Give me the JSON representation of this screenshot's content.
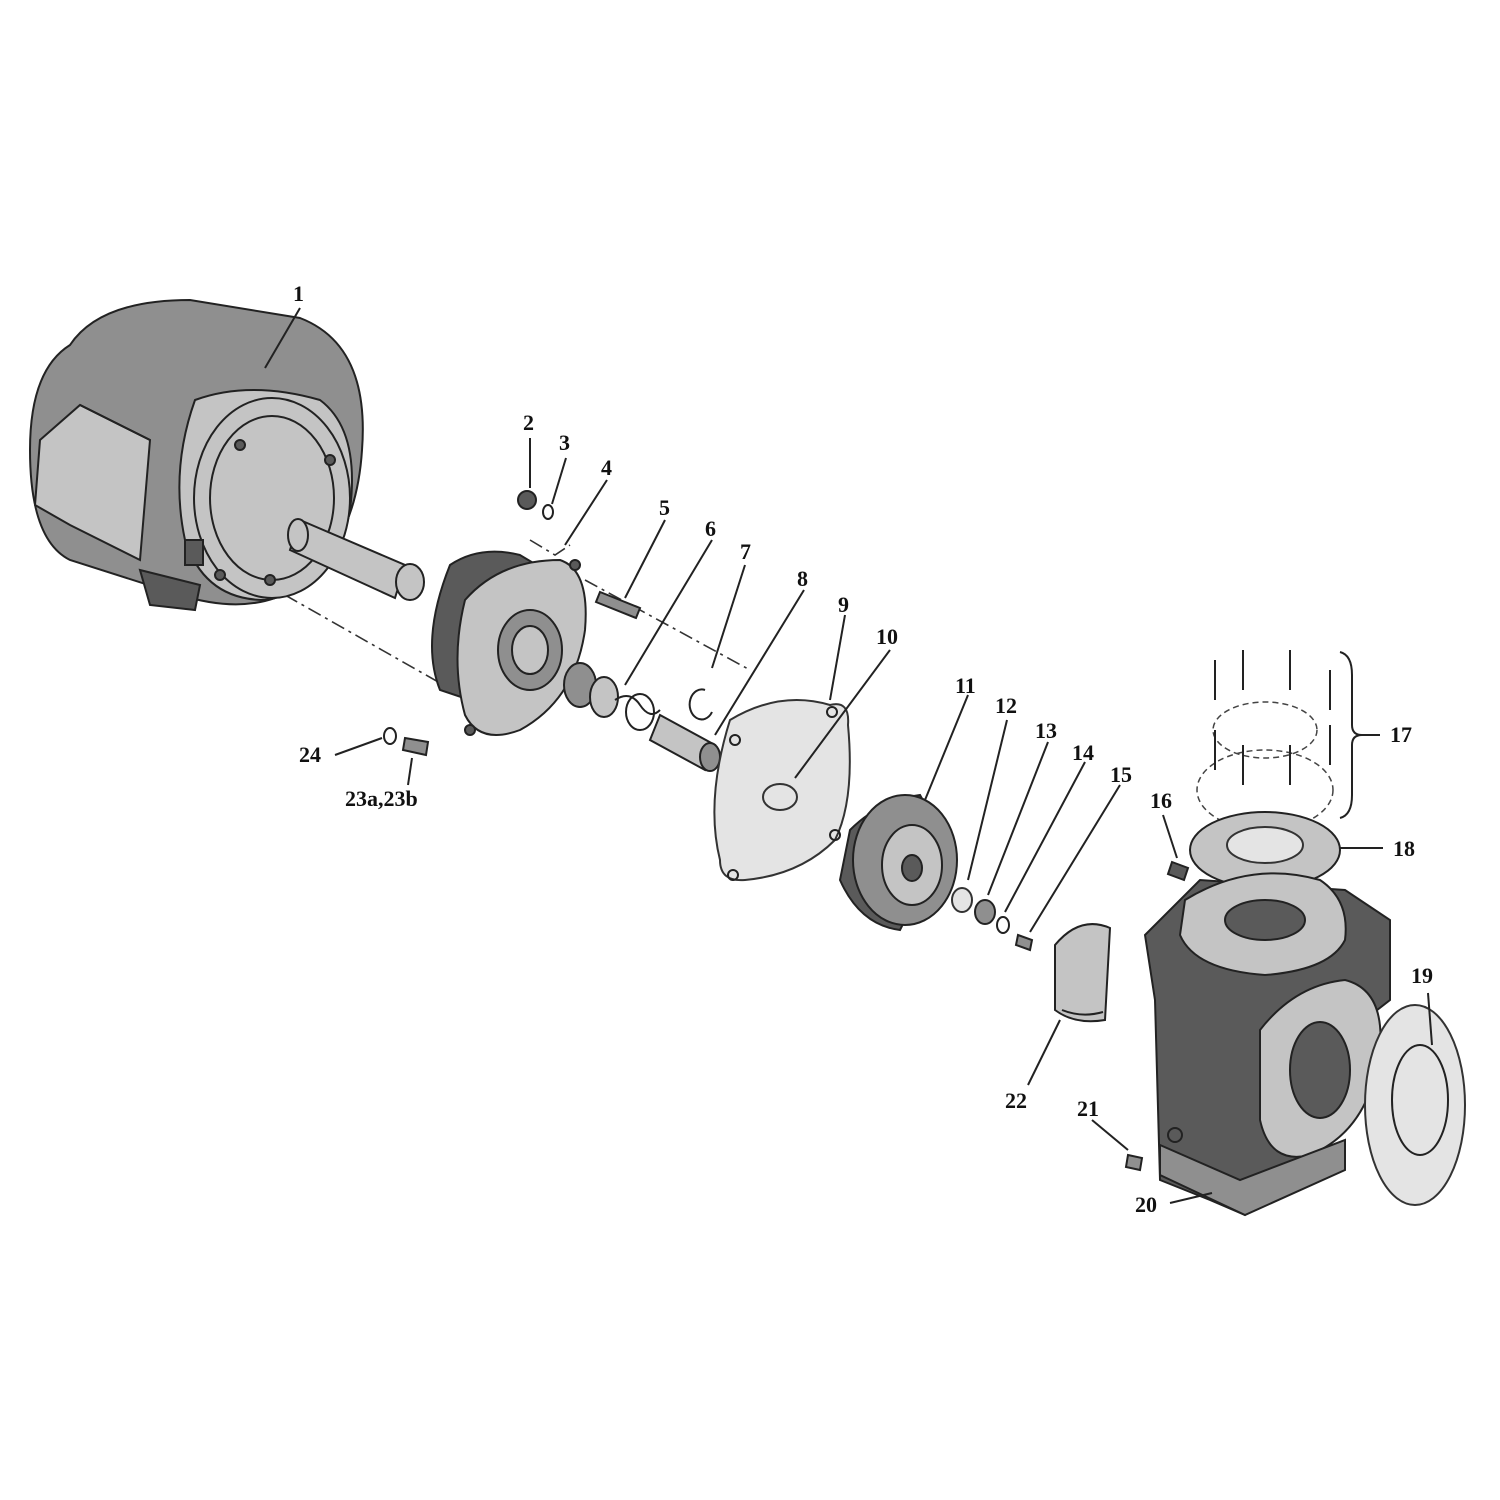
{
  "callouts": {
    "c1": "1",
    "c2": "2",
    "c3": "3",
    "c4": "4",
    "c5": "5",
    "c6": "6",
    "c7": "7",
    "c8": "8",
    "c9": "9",
    "c10": "10",
    "c11": "11",
    "c12": "12",
    "c13": "13",
    "c14": "14",
    "c15": "15",
    "c16": "16",
    "c17": "17",
    "c18": "18",
    "c19": "19",
    "c20": "20",
    "c21": "21",
    "c22": "22",
    "c23": "23a,23b",
    "c24": "24"
  }
}
